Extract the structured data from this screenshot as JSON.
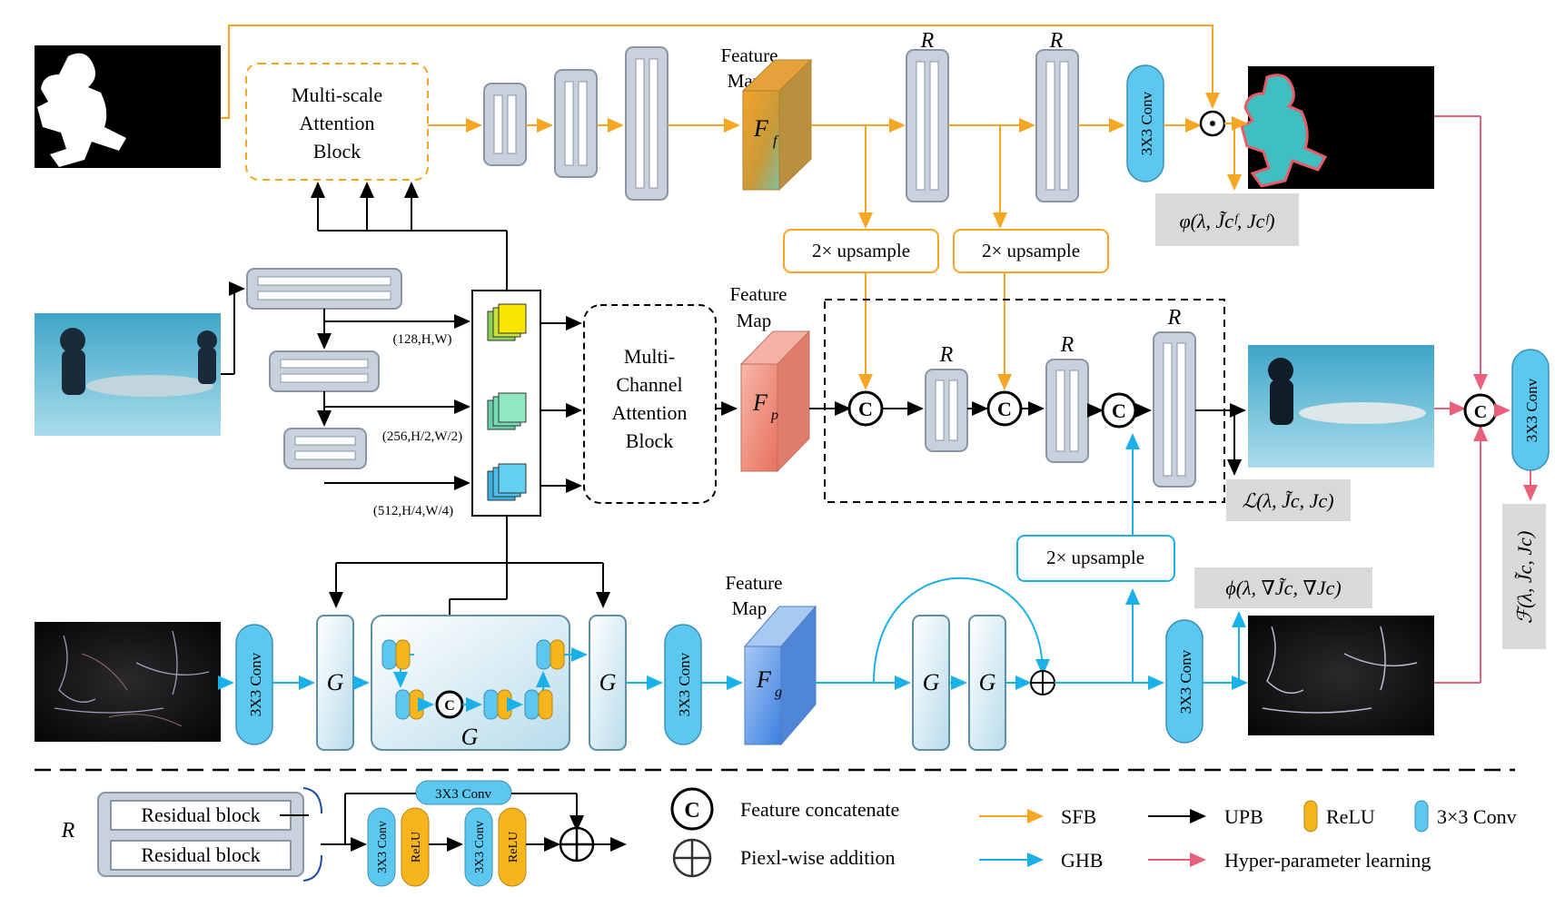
{
  "labels": {
    "msab": [
      "Multi-scale",
      "Attention",
      "Block"
    ],
    "mcab": [
      "Multi-",
      "Channel",
      "Attention",
      "Block"
    ],
    "feature_map": [
      "Feature",
      "Map"
    ],
    "fm_f": "F",
    "fm_f_sub": "f",
    "fm_p": "F",
    "fm_p_sub": "p",
    "fm_g": "F",
    "fm_g_sub": "g",
    "upsample": "2× upsample",
    "conv": "3X3 Conv",
    "relu": "ReLU",
    "R": "R",
    "G": "G",
    "C": "C",
    "odot": "⊙",
    "oplus": "⊕",
    "shape1": "(128,H,W)",
    "shape2": "(256,H/2,W/2)",
    "shape3": "(512,H/4,W/4)",
    "loss_sfb": "φ(λ, J̃cᶠ, Jcᶠ)",
    "loss_upb": "ℒ(λ, J̃c, Jc)",
    "loss_ghb": "ϕ(λ, ∇J̃c, ∇Jc)",
    "loss_final": "ℱ(λ, J̃c, Jc)"
  },
  "legend": {
    "residual_block": "Residual block",
    "conv": "3X3 Conv",
    "relu": "ReLU",
    "feature_concat": "Feature concatenate",
    "pixel_add": "Piexl-wise addition",
    "sfb": "SFB",
    "ghb": "GHB",
    "upb": "UPB",
    "hyper": "Hyper-parameter learning",
    "relu_key": "ReLU",
    "conv_key": "3×3 Conv"
  },
  "colors": {
    "sfb": "#f5a623",
    "upb": "#000000",
    "ghb": "#1ab0e8",
    "hyper": "#e8607a",
    "conv_fill": "#5cc8f0",
    "relu_fill": "#f6b51c",
    "block_fill": "#c9d1dd"
  }
}
